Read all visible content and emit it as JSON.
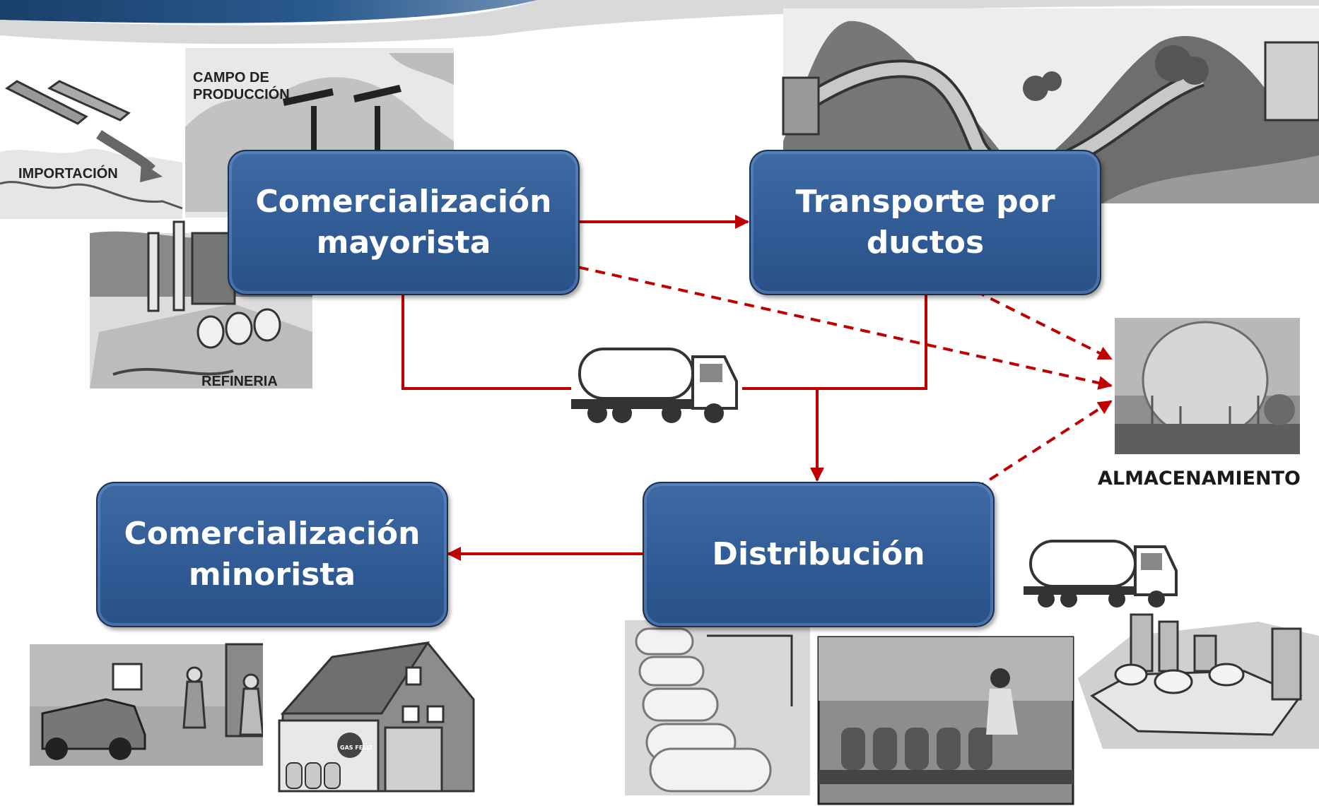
{
  "nodes": {
    "comercializacion_mayorista": [
      "Comercialización",
      "mayorista"
    ],
    "transporte_por_ductos": [
      "Transporte por",
      "ductos"
    ],
    "distribucion": [
      "Distribución"
    ],
    "comercializacion_minorista": [
      "Comercialización",
      "minorista"
    ]
  },
  "labels": {
    "campo_de_produccion": [
      "CAMPO DE",
      "PRODUCCIÓN"
    ],
    "importacion": "IMPORTACIÓN",
    "refineria": "REFINERIA",
    "almacenamiento": "ALMACENAMIENTO"
  },
  "logos": {
    "gas_feliz": "GAS FELIZ"
  },
  "colors": {
    "box_fill": "#2f5a93",
    "arrow": "#c00000",
    "header": "#1f4e79"
  }
}
